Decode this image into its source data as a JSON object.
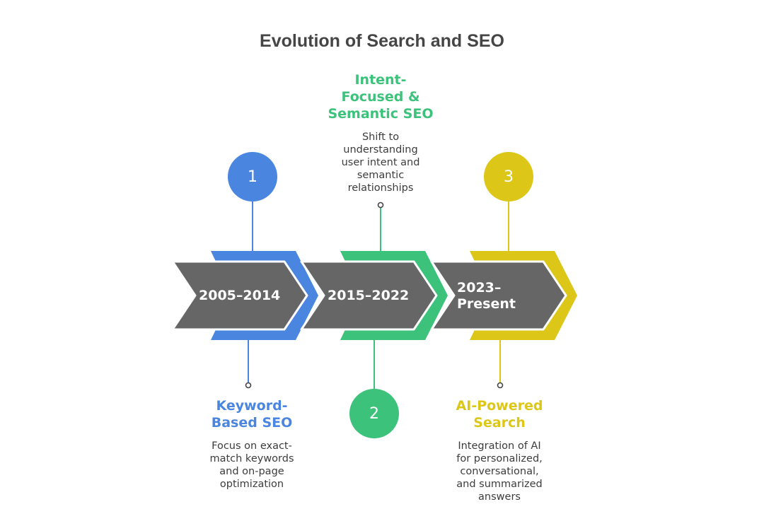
{
  "title": "Evolution of Search and SEO",
  "colors": {
    "blue": "#4a86e0",
    "green": "#3cc27b",
    "yellow": "#dcc718",
    "arrow": "#666666"
  },
  "stages": [
    {
      "number": "1",
      "period": "2005–2014",
      "heading": "Keyword-\nBased SEO",
      "description": "Focus on exact-\nmatch keywords\nand on-page\noptimization"
    },
    {
      "number": "2",
      "period": "2015–2022",
      "heading": "Intent-\nFocused &\nSemantic SEO",
      "description": "Shift to\nunderstanding\nuser intent and\nsemantic\nrelationships"
    },
    {
      "number": "3",
      "period": "2023–\nPresent",
      "heading": "AI-Powered\nSearch",
      "description": "Integration of AI\nfor personalized,\nconversational,\nand summarized\nanswers"
    }
  ]
}
